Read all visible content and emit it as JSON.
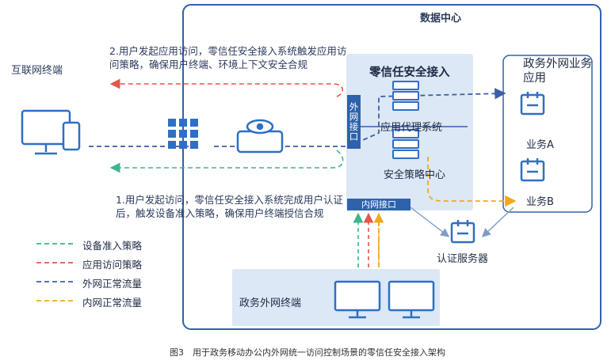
{
  "diagram": {
    "datacenter_title": "数据中心",
    "internet_terminal": "互联网终端",
    "note_app_access": "2.用户发起应用访问，零信任安全接入系统触发应用访问策略，确保用户终端、环境上下文安全合规",
    "note_auth_access": "1.用户发起访问，零信任安全接入系统完成用户认证后，触发设备准入策略，确保用户终端授信合规",
    "zero_trust_title": "零信任安全接入",
    "external_port": "外网接口",
    "internal_port": "内网接口",
    "app_proxy": "应用代理系统",
    "policy_center": "安全策略中心",
    "gov_external_app": "政务外网业务应用",
    "business_a": "业务A",
    "business_b": "业务B",
    "auth_server": "认证服务器",
    "gov_external_terminal": "政务外网终端"
  },
  "legend": [
    {
      "label": "设备准入策略",
      "color": "#3bb58a"
    },
    {
      "label": "应用访问策略",
      "color": "#e4574a"
    },
    {
      "label": "外网正常流量",
      "color": "#3a5ea8"
    },
    {
      "label": "内网正常流量",
      "color": "#f0a91f"
    }
  ],
  "caption": "图3　用于政务移动办公内外网统一访问控制场景的零信任安全接入架构",
  "colors": {
    "frame": "#2e62ad",
    "panel": "#dce8f6",
    "icon": "#2f6fc4",
    "green": "#3bb58a",
    "red": "#e4574a",
    "navy": "#3a5ea8",
    "orange": "#f0a91f"
  }
}
